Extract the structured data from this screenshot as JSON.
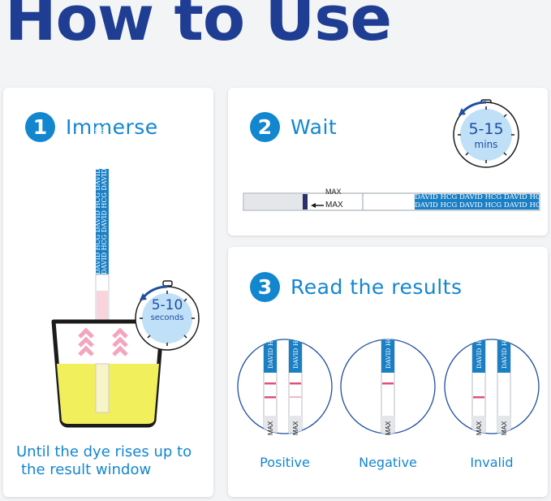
{
  "header": {
    "title": "How to Use"
  },
  "steps": [
    {
      "number": "1",
      "title": "Immerse",
      "caption_line1": "Until the dye rises up to",
      "caption_line2": "the result window",
      "timer_main": "5-10",
      "timer_sub": "seconds"
    },
    {
      "number": "2",
      "title": "Wait",
      "timer_main": "5-15",
      "timer_sub": "mins",
      "strip_max_label": "MAX",
      "strip_brand": "DAVID HCG DAVID HCG DAVID HCG DAVID HCG"
    },
    {
      "number": "3",
      "title": "Read the results",
      "results": [
        "Positive",
        "Negative",
        "Invalid"
      ],
      "strip_brand": "DAVID HCG",
      "strip_max_label": "MAX"
    }
  ],
  "colors": {
    "title": "#1f3e93",
    "accent": "#1386d0",
    "strip_blue": "#1b7fc4",
    "test_line": "#e0507a",
    "liquid": "#f2ef5c",
    "timer_face": "#bfe0f7"
  }
}
